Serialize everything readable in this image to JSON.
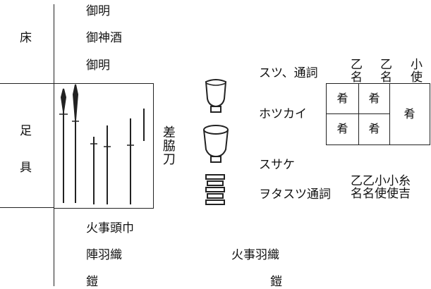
{
  "left_labels": {
    "tokonoma": "床",
    "ashi": "足",
    "gu": "具"
  },
  "top_items": [
    "御明",
    "御神酒",
    "御明"
  ],
  "bottom_items": [
    "火事頭巾",
    "陣羽織",
    "鎧"
  ],
  "sashiwaki": "差脇刀",
  "right_bottom": {
    "kaji_haori": "火事羽織",
    "yoroi": "鎧"
  },
  "row1": {
    "label": "スツ、通詞",
    "tags": [
      [
        "乙",
        "名"
      ],
      [
        "乙",
        "名"
      ],
      [
        "小",
        "使"
      ]
    ]
  },
  "row2": {
    "label": "ホツカイ",
    "cells": [
      "肴",
      "肴",
      "肴",
      "肴"
    ],
    "big_cell": "肴"
  },
  "row3": {
    "label": "スサケ"
  },
  "row4": {
    "label": "ヲタスツ通詞",
    "tags": [
      [
        "乙",
        "名"
      ],
      [
        "乙",
        "名"
      ],
      [
        "小",
        "使"
      ],
      [
        "小",
        "使"
      ],
      [
        "糸",
        "吉"
      ]
    ]
  }
}
